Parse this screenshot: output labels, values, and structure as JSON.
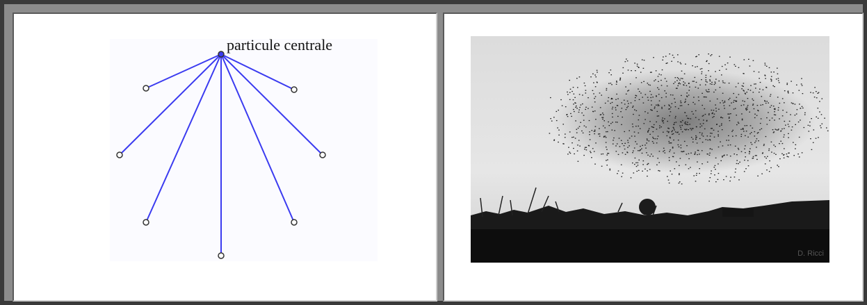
{
  "diagram": {
    "central_label": "particule centrale",
    "line_color": "#3b3bf0",
    "particle_color": "#333333",
    "central_node": {
      "name": "particule centrale"
    },
    "neighbors": [
      "n1",
      "n2",
      "n3",
      "n4",
      "n5",
      "n6",
      "n7"
    ]
  },
  "photo": {
    "watermark": "D. Ricci",
    "sky_color": "#e2e2e2",
    "ground_color": "#101010"
  }
}
